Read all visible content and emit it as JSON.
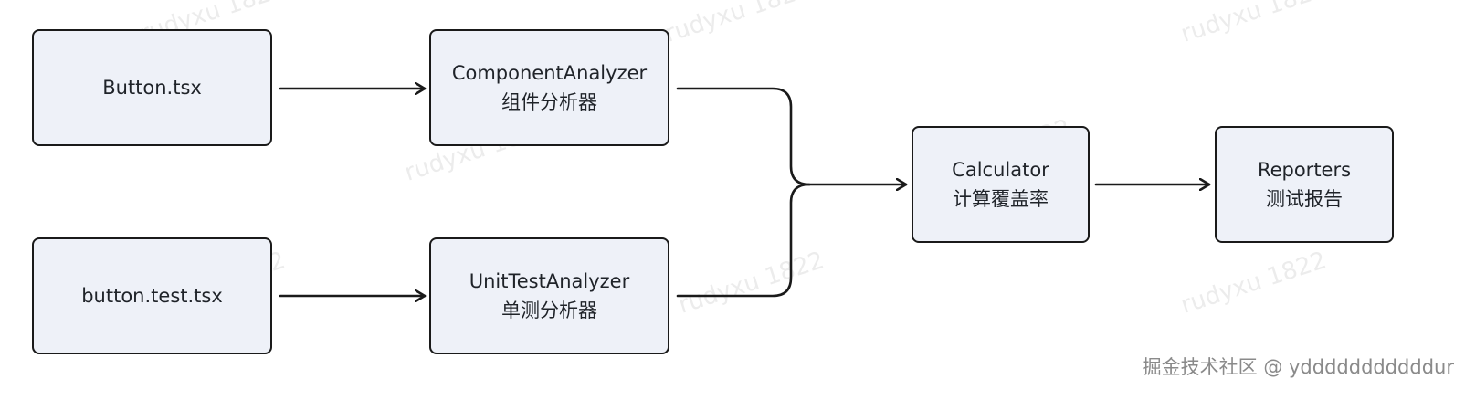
{
  "nodes": {
    "button_tsx": {
      "line1": "Button.tsx"
    },
    "button_test_tsx": {
      "line1": "button.test.tsx"
    },
    "component_analyzer": {
      "line1": "ComponentAnalyzer",
      "line2": "组件分析器"
    },
    "unit_test_analyzer": {
      "line1": "UnitTestAnalyzer",
      "line2": "单测分析器"
    },
    "calculator": {
      "line1": "Calculator",
      "line2": "计算覆盖率"
    },
    "reporters": {
      "line1": "Reporters",
      "line2": "测试报告"
    }
  },
  "watermark": "rudyxu 1822",
  "footer": "掘金技术社区 @ ydddddddddddur",
  "colors": {
    "node_fill": "#eef1f8",
    "stroke": "#1a1a1a",
    "watermark": "#c8c8c8"
  }
}
